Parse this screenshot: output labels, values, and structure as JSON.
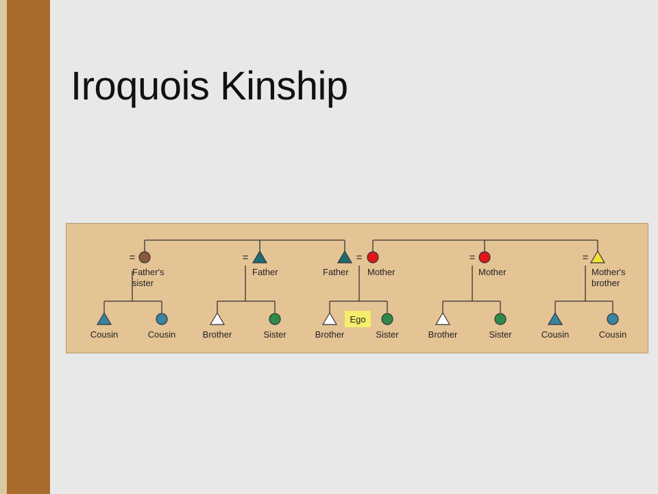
{
  "slide": {
    "title": "Iroquois Kinship"
  },
  "diagram": {
    "equals_sign": "=",
    "ego_label": "Ego",
    "parents": [
      {
        "label": [
          "Father's",
          "sister"
        ],
        "shape": "circle",
        "color": "#8b5a3c"
      },
      {
        "label": [
          "Father"
        ],
        "shape": "triangle",
        "color": "#1f6b74"
      },
      {
        "label": [
          "Father"
        ],
        "shape": "triangle",
        "color": "#1f6b74"
      },
      {
        "label": [
          "Mother"
        ],
        "shape": "circle",
        "color": "#e0161c"
      },
      {
        "label": [
          "Mother"
        ],
        "shape": "circle",
        "color": "#e0161c"
      },
      {
        "label": [
          "Mother's",
          "brother"
        ],
        "shape": "triangle",
        "color": "#f2e23a"
      }
    ],
    "children": [
      {
        "label": "Cousin",
        "shape": "triangle",
        "color": "#3a84a0"
      },
      {
        "label": "Cousin",
        "shape": "circle",
        "color": "#3a84a0"
      },
      {
        "label": "Brother",
        "shape": "triangle",
        "color": "#ffffff"
      },
      {
        "label": "Sister",
        "shape": "circle",
        "color": "#2f8a4a"
      },
      {
        "label": "Brother",
        "shape": "triangle",
        "color": "#ffffff"
      },
      {
        "label": "Sister",
        "shape": "circle",
        "color": "#2f8a4a"
      },
      {
        "label": "Brother",
        "shape": "triangle",
        "color": "#ffffff"
      },
      {
        "label": "Sister",
        "shape": "circle",
        "color": "#2f8a4a"
      },
      {
        "label": "Cousin",
        "shape": "triangle",
        "color": "#3a84a0"
      },
      {
        "label": "Cousin",
        "shape": "circle",
        "color": "#3a84a0"
      }
    ],
    "colors": {
      "panel": "#e4c395",
      "panel_border": "#b89a6c",
      "line": "#333333",
      "ego_highlight": "#f5ee6a"
    }
  }
}
